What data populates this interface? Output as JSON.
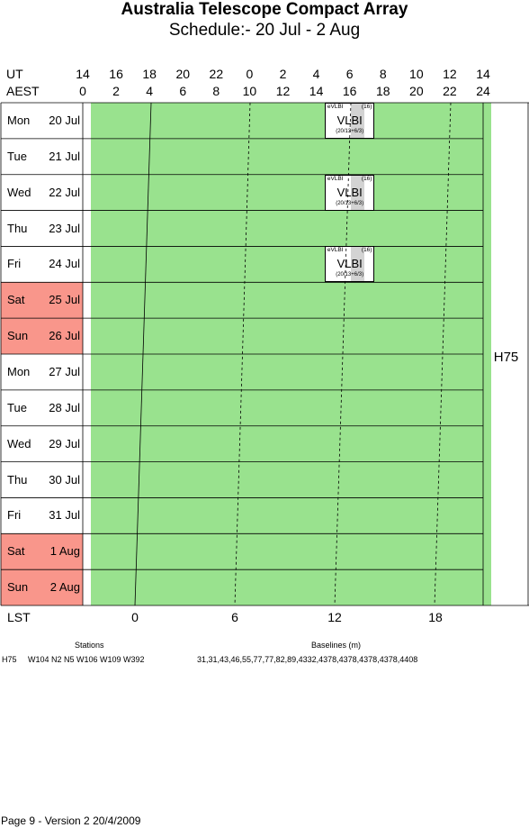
{
  "title": "Australia Telescope Compact Array",
  "subtitle": "Schedule:- 20 Jul - 2  Aug",
  "header": {
    "ut_label": "UT",
    "aest_label": "AEST",
    "ut_ticks": [
      "14",
      "16",
      "18",
      "20",
      "22",
      "0",
      "2",
      "4",
      "6",
      "8",
      "10",
      "12",
      "14"
    ],
    "aest_ticks": [
      "0",
      "2",
      "4",
      "6",
      "8",
      "10",
      "12",
      "14",
      "16",
      "18",
      "20",
      "22",
      "24"
    ]
  },
  "days": [
    {
      "name": "Mon",
      "date": "20 Jul",
      "weekend": false
    },
    {
      "name": "Tue",
      "date": "21 Jul",
      "weekend": false
    },
    {
      "name": "Wed",
      "date": "22 Jul",
      "weekend": false
    },
    {
      "name": "Thu",
      "date": "23 Jul",
      "weekend": false
    },
    {
      "name": "Fri",
      "date": "24 Jul",
      "weekend": false
    },
    {
      "name": "Sat",
      "date": "25 Jul",
      "weekend": true
    },
    {
      "name": "Sun",
      "date": "26 Jul",
      "weekend": true
    },
    {
      "name": "Mon",
      "date": "27 Jul",
      "weekend": false
    },
    {
      "name": "Tue",
      "date": "28 Jul",
      "weekend": false
    },
    {
      "name": "Wed",
      "date": "29 Jul",
      "weekend": false
    },
    {
      "name": "Thu",
      "date": "30 Jul",
      "weekend": false
    },
    {
      "name": "Fri",
      "date": "31 Jul",
      "weekend": false
    },
    {
      "name": "Sat",
      "date": "1  Aug",
      "weekend": true
    },
    {
      "name": "Sun",
      "date": "2  Aug",
      "weekend": true
    }
  ],
  "bookings": [
    {
      "day_index": 0,
      "start_aest": 14.5,
      "end_aest": 17.5,
      "tag": "eVLBI",
      "code": "(16)",
      "label": "VLBI",
      "project": "(20/13+6/3)"
    },
    {
      "day_index": 2,
      "start_aest": 14.5,
      "end_aest": 17.5,
      "tag": "eVLBI",
      "code": "(16)",
      "label": "VLBI",
      "project": "(20/13+6/3)"
    },
    {
      "day_index": 4,
      "start_aest": 14.5,
      "end_aest": 17.5,
      "tag": "eVLBI",
      "code": "(16)",
      "label": "VLBI",
      "project": "(20/13+6/3)"
    }
  ],
  "array_config": "H75",
  "lst": {
    "label": "LST",
    "ticks": [
      "0",
      "6",
      "12",
      "18"
    ]
  },
  "stations": {
    "heading": "Stations",
    "config": "H75",
    "list": "W104 N2 N5 W106 W109 W392"
  },
  "baselines": {
    "heading": "Baselines (m)",
    "list": "31,31,43,46,55,77,77,82,89,4332,4378,4378,4378,4378,4408"
  },
  "footer": "Page 9 - Version 2  20/4/2009",
  "colors": {
    "green": "#99e28e",
    "weekend": "#f9968b",
    "shade": "#d3d3d3"
  }
}
